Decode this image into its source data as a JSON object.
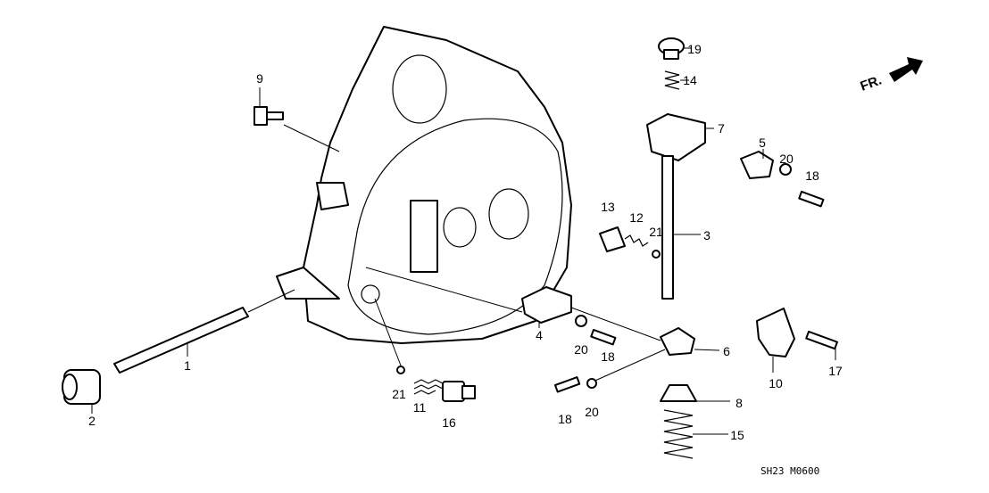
{
  "diagram": {
    "front_indicator": "FR.",
    "diagram_code": "SH23 M0600",
    "callouts": [
      "9",
      "19",
      "14",
      "7",
      "5",
      "20",
      "18",
      "13",
      "12",
      "21",
      "3",
      "4",
      "20",
      "18",
      "6",
      "1",
      "2",
      "21",
      "11",
      "16",
      "18",
      "20",
      "8",
      "15",
      "10",
      "17"
    ]
  }
}
